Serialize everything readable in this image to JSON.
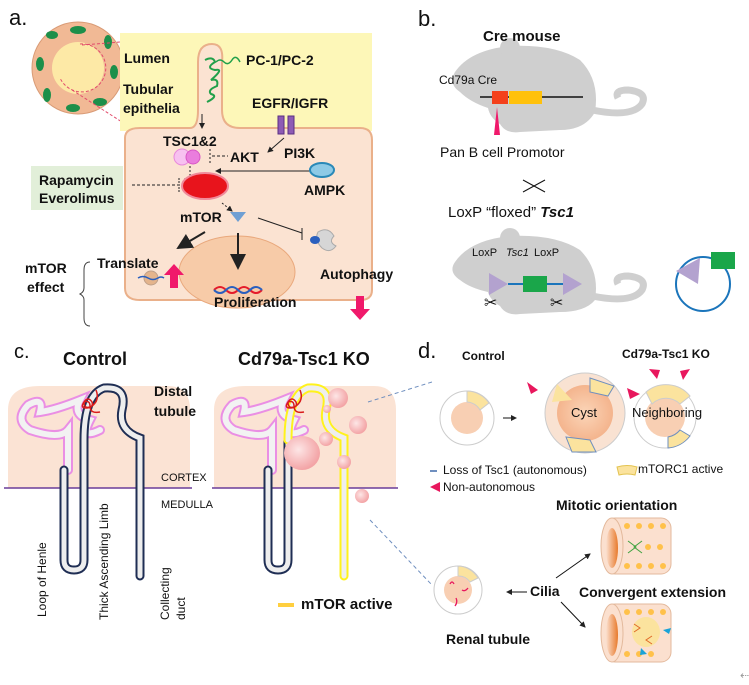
{
  "panel_a": {
    "letter": "a.",
    "lumen": "Lumen",
    "tubular_1": "Tubular",
    "tubular_2": "epithelia",
    "pc": "PC-1/PC-2",
    "egfr": "EGFR/IGFR",
    "tsc": "TSC1&2",
    "akt": "AKT",
    "pi3k": "PI3K",
    "ampk": "AMPK",
    "drug_1": "Rapamycin",
    "drug_2": "Everolimus",
    "mtor": "mTOR",
    "translate": "Translate",
    "effect_1": "mTOR",
    "effect_2": "effect",
    "proliferation": "Proliferation",
    "autophagy": "Autophagy",
    "colors": {
      "cell": "#fbe3d2",
      "apical": "#fdf7b8",
      "mtor": "#e8141c",
      "arrow": "#f0196b",
      "drug_box": "#e2efd9"
    }
  },
  "panel_b": {
    "letter": "b.",
    "cre_title": "Cre mouse",
    "cd79a": "Cd79a Cre",
    "promoter": "Pan B cell Promotor",
    "cross": "×",
    "loxp_title_1": "LoxP “floxed” ",
    "loxp_title_2": "Tsc1",
    "loxp_a": "LoxP",
    "tsc1": "Tsc1",
    "loxp_b": "LoxP"
  },
  "panel_c": {
    "letter": "c.",
    "control": "Control",
    "ko": "Cd79a-Tsc1 KO",
    "distal_1": "Distal",
    "distal_2": "tubule",
    "cortex": "CORTEX",
    "medulla": "MEDULLA",
    "loop": "Loop of Henle",
    "thick": "Thick Ascending Limb",
    "collecting_1": "Collecting",
    "collecting_2": "duct",
    "legend": "mTOR active"
  },
  "panel_d": {
    "letter": "d.",
    "control": "Control",
    "ko": "Cd79a-Tsc1  KO",
    "cyst": "Cyst",
    "neighboring": "Neighboring",
    "legend_loss": "Loss of Tsc1 (autonomous)",
    "legend_mtorc1": "mTORC1 active",
    "legend_nonauto": "Non-autonomous",
    "mitotic": "Mitotic orientation",
    "convergent": "Convergent extension",
    "cilia": "Cilia",
    "renal": "Renal tubule"
  },
  "corner_mark": "⇠"
}
